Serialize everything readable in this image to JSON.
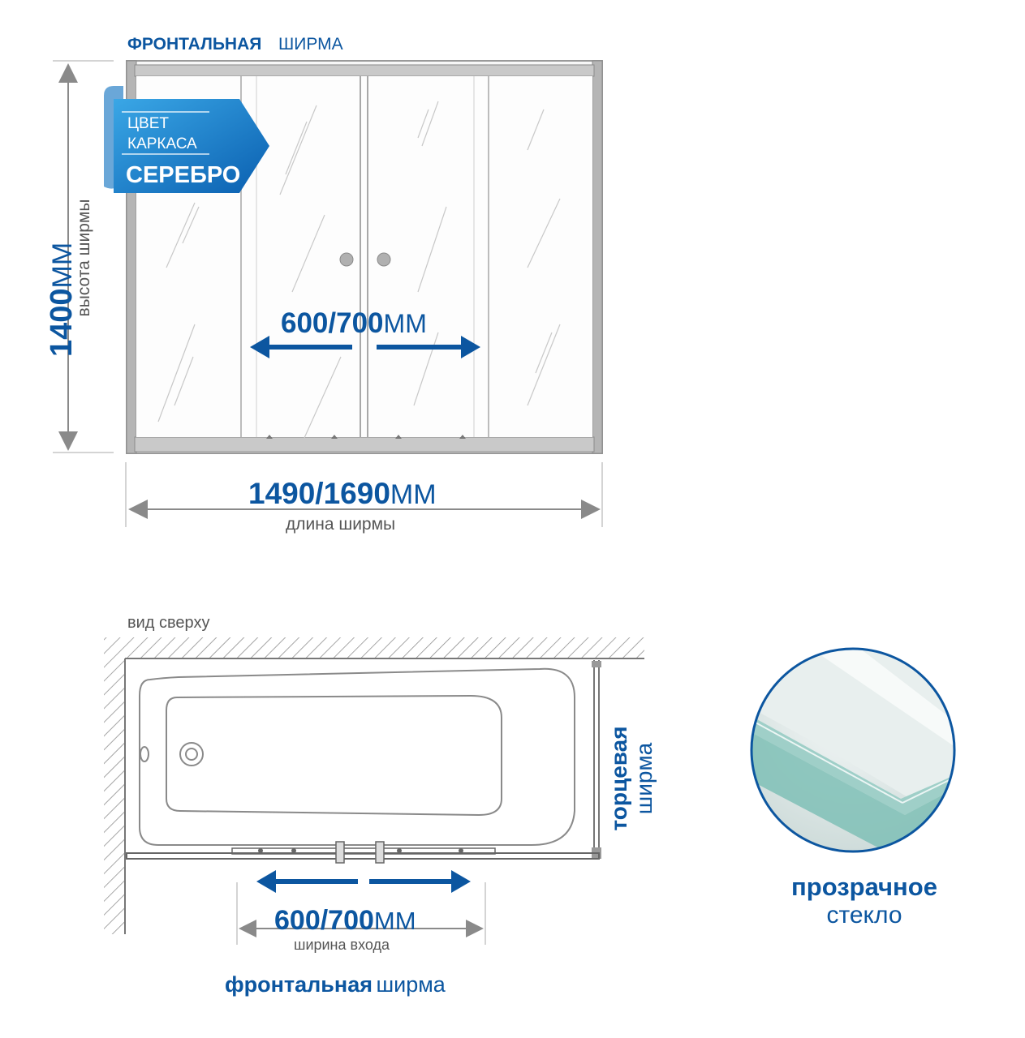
{
  "front": {
    "title_bold": "ФРОНТАЛЬНАЯ",
    "title_light": "ШИРМА",
    "height_value": "1400",
    "height_unit": "ММ",
    "height_caption": "высота ширмы",
    "width_value": "1490/1690",
    "width_unit": "ММ",
    "width_caption": "длина ширмы",
    "door_value": "600/700",
    "door_unit": "ММ"
  },
  "badge": {
    "line1": "ЦВЕТ",
    "line2": "КАРКАСА",
    "line3": "СЕРЕБРО"
  },
  "top_view": {
    "caption": "вид сверху",
    "side_bold": "торцевая",
    "side_light": "ширма",
    "entry_value": "600/700",
    "entry_unit": "ММ",
    "entry_caption": "ширина входа",
    "front_bold": "фронтальная",
    "front_light": "ширма"
  },
  "glass": {
    "bold": "прозрачное",
    "light": "стекло"
  },
  "colors": {
    "accent_blue": "#0c56a0",
    "frame_grey": "#8a8a8a",
    "text_grey": "#555555"
  }
}
